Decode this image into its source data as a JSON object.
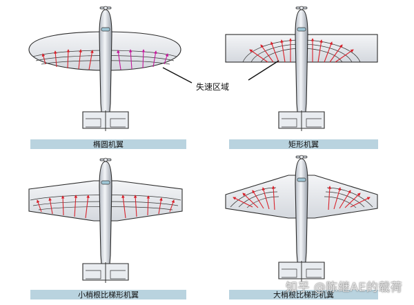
{
  "panels": [
    {
      "id": "elliptical",
      "caption": "椭圆机翼"
    },
    {
      "id": "rectangular",
      "caption": "矩形机翼"
    },
    {
      "id": "small-taper",
      "caption": "小梢根比梯形机翼"
    },
    {
      "id": "large-taper",
      "caption": "大梢根比梯形机翼"
    }
  ],
  "annotation": {
    "label": "失速区域"
  },
  "watermark": {
    "text": "知乎 @陈继AE的载荷"
  },
  "colors": {
    "caption_bar": "#b9d3df",
    "wing_fill": "#e6e9ee",
    "outline": "#2a2a2a",
    "arrow_red": "#d8202a",
    "arrow_magenta": "#c5169b"
  }
}
